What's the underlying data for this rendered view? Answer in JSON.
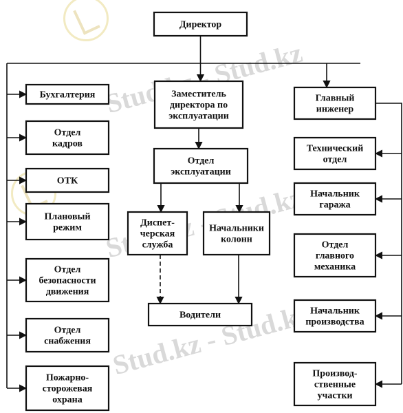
{
  "watermark": "Stud.kz - Stud.kz",
  "nodes": [
    {
      "id": "director",
      "lines": [
        "Директор"
      ]
    },
    {
      "id": "deputy",
      "lines": [
        "Заместитель",
        "директора по",
        "эксплуатации"
      ]
    },
    {
      "id": "ops",
      "lines": [
        "Отдел",
        "эксплуатации"
      ]
    },
    {
      "id": "dispatch",
      "lines": [
        "Диспет-",
        "черская",
        "служба"
      ]
    },
    {
      "id": "column-heads",
      "lines": [
        "Начальники",
        "колонн"
      ]
    },
    {
      "id": "drivers",
      "lines": [
        "Водители"
      ]
    },
    {
      "id": "accounting",
      "lines": [
        "Бухгалтерия"
      ]
    },
    {
      "id": "hr",
      "lines": [
        "Отдел",
        "кадров"
      ]
    },
    {
      "id": "otk",
      "lines": [
        "ОТК"
      ]
    },
    {
      "id": "planned-mode",
      "lines": [
        "Плановый",
        "режим"
      ]
    },
    {
      "id": "traffic-safety",
      "lines": [
        "Отдел",
        "безопасности",
        "движения"
      ]
    },
    {
      "id": "supply",
      "lines": [
        "Отдел",
        "снабжения"
      ]
    },
    {
      "id": "fire-guard",
      "lines": [
        "Пожарно-",
        "сторожевая",
        "охрана"
      ]
    },
    {
      "id": "chief-engineer",
      "lines": [
        "Главный",
        "инженер"
      ]
    },
    {
      "id": "technical",
      "lines": [
        "Технический",
        "отдел"
      ]
    },
    {
      "id": "garage-head",
      "lines": [
        "Начальник",
        "гаража"
      ]
    },
    {
      "id": "chief-mechanic",
      "lines": [
        "Отдел",
        "главного",
        "механика"
      ]
    },
    {
      "id": "production-head",
      "lines": [
        "Начальник",
        "производства"
      ]
    },
    {
      "id": "production-sites",
      "lines": [
        "Производ-",
        "ственные",
        "участки"
      ]
    }
  ],
  "edges": [
    {
      "from": "director",
      "to": "deputy",
      "style": "solid"
    },
    {
      "from": "deputy",
      "to": "ops",
      "style": "solid"
    },
    {
      "from": "ops",
      "to": "dispatch",
      "style": "solid"
    },
    {
      "from": "ops",
      "to": "column-heads",
      "style": "solid"
    },
    {
      "from": "dispatch",
      "to": "drivers",
      "style": "dashed"
    },
    {
      "from": "column-heads",
      "to": "drivers",
      "style": "solid"
    },
    {
      "from": "director",
      "to": "accounting",
      "style": "solid"
    },
    {
      "from": "director",
      "to": "hr",
      "style": "solid"
    },
    {
      "from": "director",
      "to": "otk",
      "style": "solid"
    },
    {
      "from": "director",
      "to": "planned-mode",
      "style": "solid"
    },
    {
      "from": "director",
      "to": "traffic-safety",
      "style": "solid"
    },
    {
      "from": "director",
      "to": "supply",
      "style": "solid"
    },
    {
      "from": "director",
      "to": "fire-guard",
      "style": "solid"
    },
    {
      "from": "director",
      "to": "chief-engineer",
      "style": "solid"
    },
    {
      "from": "chief-engineer",
      "to": "technical",
      "style": "solid"
    },
    {
      "from": "chief-engineer",
      "to": "garage-head",
      "style": "solid"
    },
    {
      "from": "chief-engineer",
      "to": "chief-mechanic",
      "style": "solid"
    },
    {
      "from": "chief-engineer",
      "to": "production-head",
      "style": "solid"
    },
    {
      "from": "chief-engineer",
      "to": "production-sites",
      "style": "solid"
    }
  ]
}
